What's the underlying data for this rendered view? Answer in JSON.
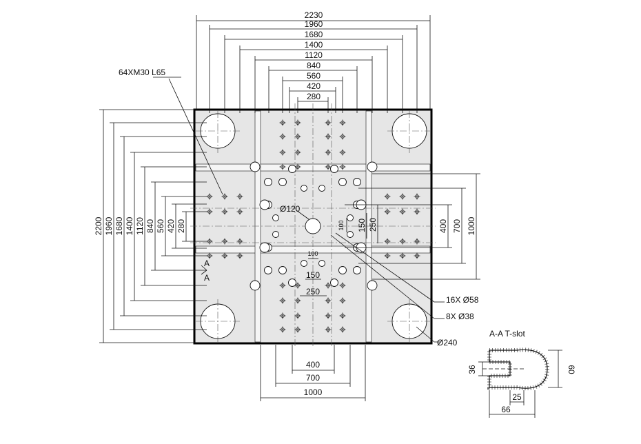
{
  "drawing": {
    "horizontal_dims": [
      "2230",
      "1960",
      "1680",
      "1400",
      "1120",
      "840",
      "560",
      "420",
      "280"
    ],
    "vertical_dims": [
      "2200",
      "1960",
      "1680",
      "1400",
      "1120",
      "840",
      "560",
      "420",
      "280"
    ],
    "right_dims": [
      "400",
      "700",
      "1000"
    ],
    "inner_right_dims": [
      "250",
      "150",
      "100"
    ],
    "bottom_dims": [
      "400",
      "700",
      "1000"
    ],
    "inner_bottom_dims": [
      "100",
      "150",
      "250"
    ],
    "bolt_callout": "64XM30 L65",
    "center_dia": "Ø120",
    "callout_16": "16X Ø58",
    "callout_8": "8X Ø38",
    "callout_240": "Ø240",
    "section_marker": "A",
    "tslot": {
      "title": "A-A T-slot",
      "dim_36": "36",
      "dim_60": "60",
      "dim_25": "25",
      "dim_66": "66"
    },
    "colors": {
      "platen_fill": "#e6e6e6",
      "line": "#111111",
      "border": "#000000"
    }
  }
}
